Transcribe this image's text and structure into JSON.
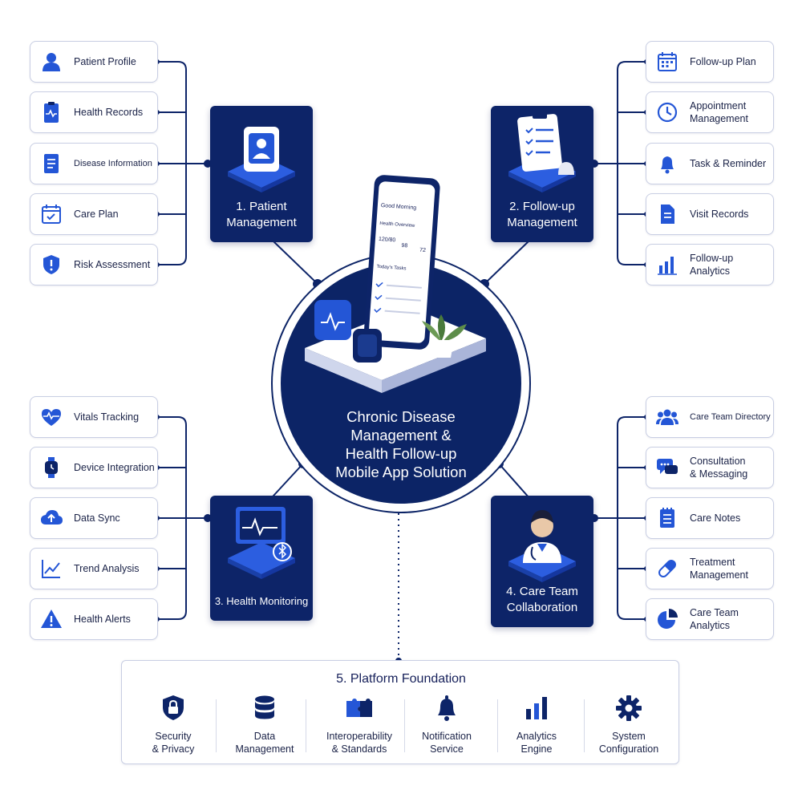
{
  "colors": {
    "navy": "#0d2468",
    "blue": "#2456d6",
    "border": "#c8cee3",
    "line": "#0d2468"
  },
  "hub": {
    "title": "Chronic Disease\nManagement &\nHealth Follow-up\nMobile App Solution"
  },
  "phone": {
    "greeting": "Good Morning",
    "overview": "Health Overview",
    "bp": "120/80",
    "hr": "98",
    "rr": "72",
    "tasks": "Today's Tasks"
  },
  "modules": [
    {
      "title": "1. Patient\nManagement",
      "icon": "patient-card-icon",
      "features": [
        {
          "label": "Patient Profile",
          "icon": "user-icon"
        },
        {
          "label": "Health Records",
          "icon": "clipboard-pulse-icon"
        },
        {
          "label": "Disease Information",
          "icon": "document-icon"
        },
        {
          "label": "Care Plan",
          "icon": "calendar-check-icon"
        },
        {
          "label": "Risk Assessment",
          "icon": "shield-alert-icon"
        }
      ]
    },
    {
      "title": "2. Follow-up\nManagement",
      "icon": "checklist-bell-icon",
      "features": [
        {
          "label": "Follow-up Plan",
          "icon": "calendar-grid-icon"
        },
        {
          "label": "Appointment\nManagement",
          "icon": "clock-icon"
        },
        {
          "label": "Task & Reminder",
          "icon": "bell-icon"
        },
        {
          "label": "Visit Records",
          "icon": "file-lines-icon"
        },
        {
          "label": "Follow-up\nAnalytics",
          "icon": "bar-chart-icon"
        }
      ]
    },
    {
      "title": "3. Health Monitoring",
      "icon": "monitor-pulse-icon",
      "features": [
        {
          "label": "Vitals Tracking",
          "icon": "heart-pulse-icon"
        },
        {
          "label": "Device Integration",
          "icon": "smartwatch-icon"
        },
        {
          "label": "Data Sync",
          "icon": "cloud-upload-icon"
        },
        {
          "label": "Trend Analysis",
          "icon": "line-trend-icon"
        },
        {
          "label": "Health Alerts",
          "icon": "warning-icon"
        }
      ]
    },
    {
      "title": "4. Care Team\nCollaboration",
      "icon": "doctor-icon",
      "features": [
        {
          "label": "Care Team Directory",
          "icon": "team-icon"
        },
        {
          "label": "Consultation\n& Messaging",
          "icon": "chat-icon"
        },
        {
          "label": "Care Notes",
          "icon": "notes-icon"
        },
        {
          "label": "Treatment\nManagement",
          "icon": "pill-icon"
        },
        {
          "label": "Care Team\nAnalytics",
          "icon": "pie-chart-icon"
        }
      ]
    }
  ],
  "foundation": {
    "title": "5. Platform Foundation",
    "items": [
      {
        "label": "Security\n& Privacy",
        "icon": "lock-shield-icon"
      },
      {
        "label": "Data\nManagement",
        "icon": "database-icon"
      },
      {
        "label": "Interoperability\n& Standards",
        "icon": "puzzle-icon"
      },
      {
        "label": "Notification\nService",
        "icon": "bell-icon"
      },
      {
        "label": "Analytics\nEngine",
        "icon": "bar-chart-icon"
      },
      {
        "label": "System\nConfiguration",
        "icon": "gear-icon"
      }
    ]
  }
}
